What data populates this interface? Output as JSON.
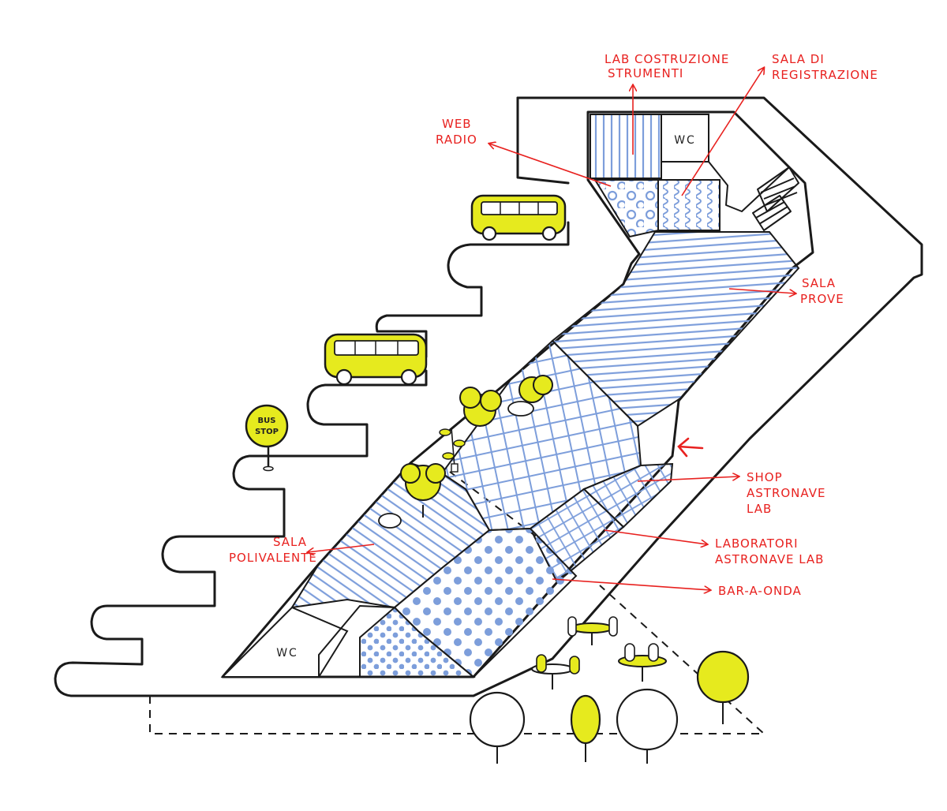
{
  "labels": {
    "lab_costruzione": [
      "LAB COSTRUZIONE",
      "STRUMENTI"
    ],
    "sala_registrazione": [
      "SALA DI",
      "REGISTRAZIONE"
    ],
    "web_radio": [
      "WEB",
      "RADIO"
    ],
    "sala_prove": [
      "SALA",
      "PROVE"
    ],
    "shop": [
      "SHOP",
      "ASTRONAVE",
      "LAB"
    ],
    "laboratori": [
      "LABORATORI",
      "ASTRONAVE LAB"
    ],
    "bar": "BAR-A-ONDA",
    "sala_polivalente": [
      "SALA",
      "POLIVALENTE"
    ],
    "wc_top": "WC",
    "wc_bottom": "WC",
    "bus_stop": [
      "BUS",
      "STOP"
    ]
  },
  "colors": {
    "ink": "#1a1a1a",
    "label_red": "#e8211f",
    "pattern_blue": "#7d9edb",
    "accent_yellow": "#e6ea1e"
  },
  "icons": [
    "bus-icon",
    "bus-stop-sign-icon",
    "tree-icon",
    "bush-icon",
    "table-icon",
    "chair-icon",
    "stairs-icon",
    "entrance-arrow-icon"
  ]
}
